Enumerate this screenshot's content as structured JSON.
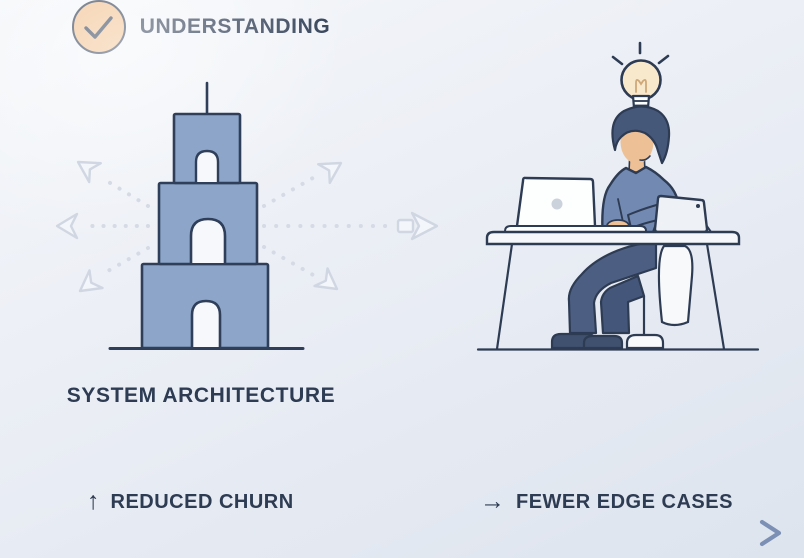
{
  "left_panel": {
    "label": "SYSTEM ARCHITECTURE",
    "icon": "tower-icon"
  },
  "right_panel": {
    "label": "UNDERSTANDING",
    "icon": "person-at-desk-icon",
    "badge_icon": "check-circle-icon",
    "check_glyph": "✓"
  },
  "footer": {
    "left_metric": {
      "arrow_glyph": "↑",
      "label": "REDUCED CHURN"
    },
    "right_metric": {
      "arrow_glyph": "→",
      "label": "FEWER EDGE CASES"
    },
    "axis_icon": "right-arrow-line"
  },
  "palette": {
    "background_top": "#f5f7fa",
    "background_bottom": "#dde4ee",
    "outline_navy": "#2d3b53",
    "text_navy": "#2d3b53",
    "tower_fill": "#8ca5c9",
    "dotted_arrow_gray": "#d5dae4",
    "check_circle_fill": "#f2c190",
    "bulb_fill": "#f8e8cc",
    "skin_tone": "#eec095",
    "hair_color": "#46587a",
    "shirt_color": "#7289b2",
    "pants_color": "#4c5f83",
    "axis_arrow_color": "#7b90b4"
  }
}
